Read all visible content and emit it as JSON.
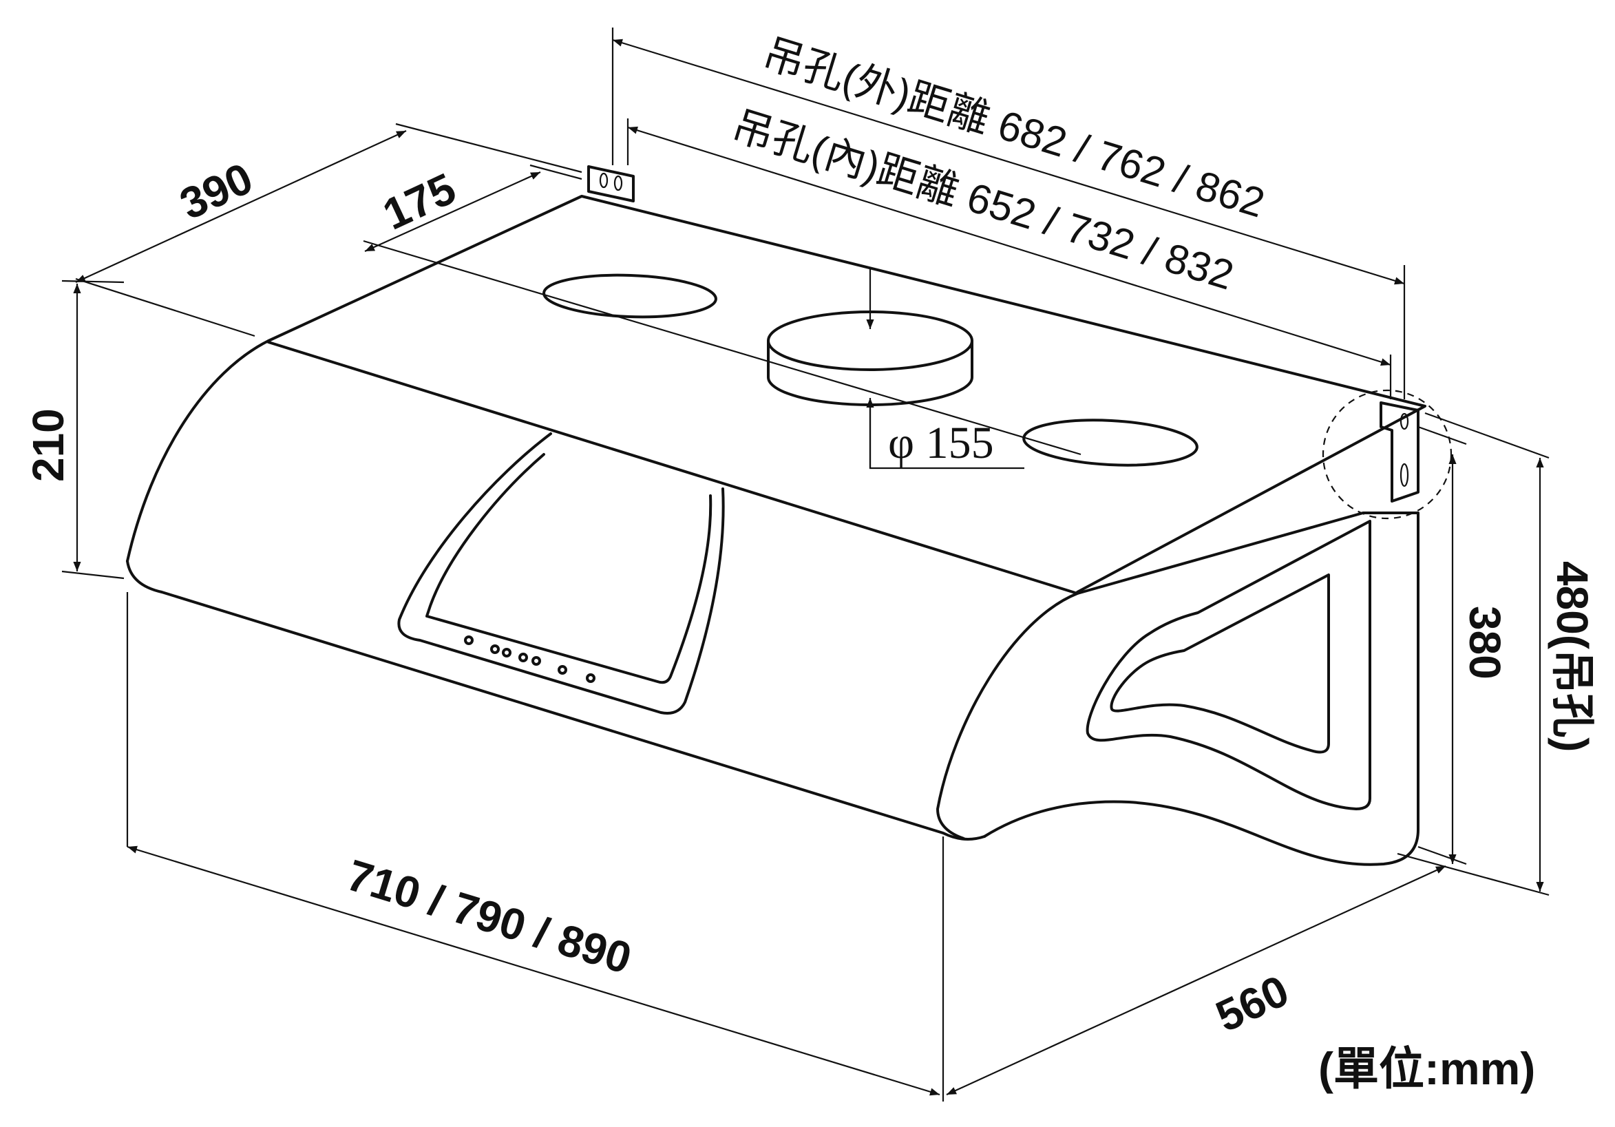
{
  "labels": {
    "depth_top": "390",
    "hole_offset": "175",
    "front_height": "210",
    "outer_hole_distance": "吊孔(外)距離 682 / 762 / 862",
    "inner_hole_distance": "吊孔(內)距離 652 / 732 / 832",
    "duct_diameter": "φ 155",
    "width": "710 / 790 / 890",
    "depth_bottom": "560",
    "height_back": "380",
    "height_hanger": "480(吊孔)",
    "unit": "(單位:mm)"
  },
  "colors": {
    "line": "#111111",
    "background": "#ffffff"
  }
}
